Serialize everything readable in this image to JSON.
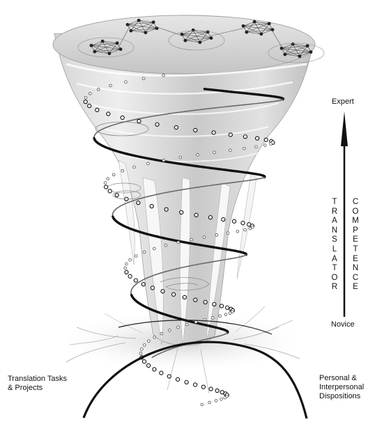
{
  "labels": {
    "expert": "Expert",
    "novice": "Novice",
    "translator": "TRANSLATOR",
    "competence": "COMPETENCE",
    "tasks": "Translation Tasks & Projects",
    "dispositions": "Personal & Interpersonal Dispositions"
  },
  "colors": {
    "funnel_light": "#e4e4e4",
    "funnel_mid": "#bdbdbd",
    "funnel_dark": "#8f8f8f",
    "rim_top": "#d2d2d2",
    "strand_black": "#111111",
    "bead_white": "#ffffff",
    "root_gray": "#9a9a9a"
  },
  "icons": [
    "upward-arrow-icon",
    "network-cluster-icon",
    "beaded-chain-icon"
  ]
}
